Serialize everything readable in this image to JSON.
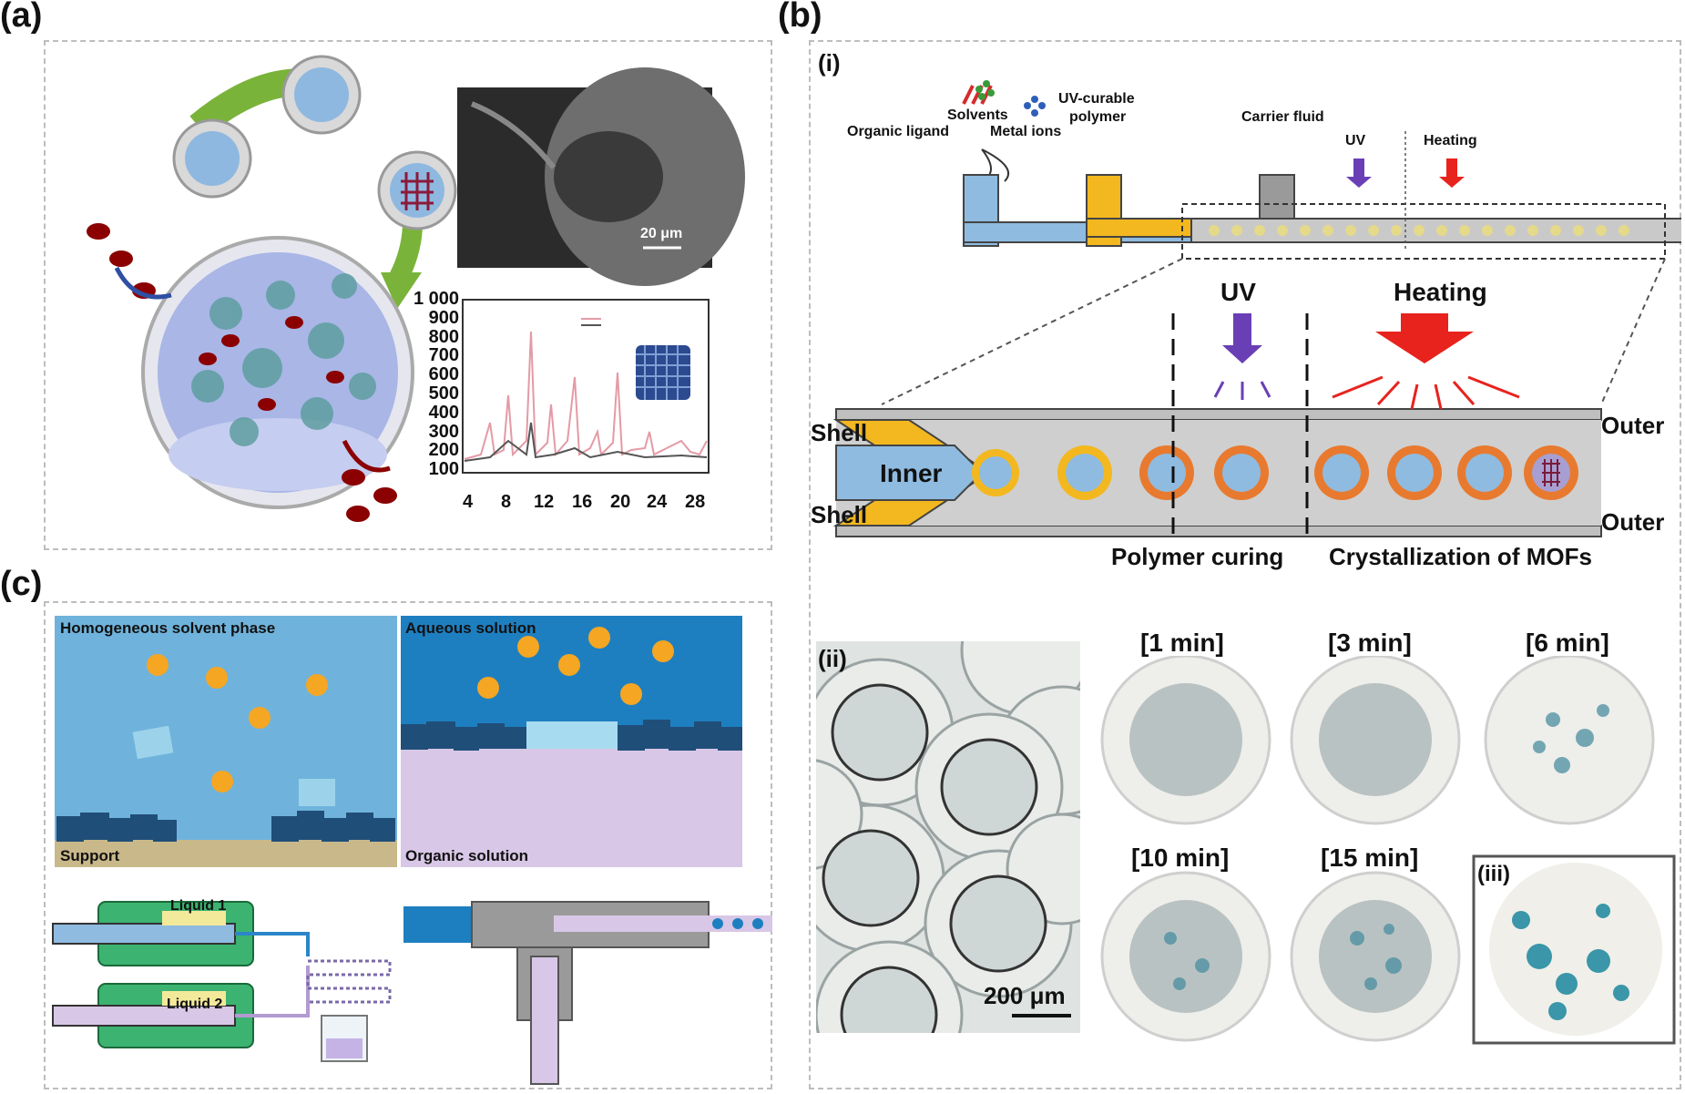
{
  "panels": {
    "a": {
      "label": "(a)"
    },
    "b": {
      "label": "(b)"
    },
    "c": {
      "label": "(c)"
    }
  },
  "panel_a": {
    "sem_scale": "20 μm",
    "xrd": {
      "y_ticks": [
        "1 000",
        "900",
        "800",
        "700",
        "600",
        "500",
        "400",
        "300",
        "200",
        "100"
      ],
      "x_ticks": [
        "4",
        "8",
        "12",
        "16",
        "20",
        "24",
        "28"
      ]
    }
  },
  "panel_b": {
    "sub_i": "(i)",
    "sub_ii": "(ii)",
    "sub_iii": "(iii)",
    "inputs": {
      "organic_ligand": "Organic ligand",
      "solvents": "Solvents",
      "metal_ions": "Metal ions",
      "uv_curable_line1": "UV-curable",
      "uv_curable_line2": "polymer",
      "carrier_fluid": "Carrier fluid",
      "uv_small": "UV",
      "heating_small": "Heating"
    },
    "channel": {
      "uv": "UV",
      "heating": "Heating",
      "shell_top": "Shell",
      "shell_bottom": "Shell",
      "inner": "Inner",
      "outer_top": "Outer",
      "outer_bottom": "Outer",
      "polymer_curing": "Polymer curing",
      "crystallization": "Crystallization of MOFs"
    },
    "scale_200": "200 μm",
    "times": [
      "[1 min]",
      "[3 min]",
      "[6 min]",
      "[10 min]",
      "[15 min]"
    ]
  },
  "panel_c": {
    "homogeneous": "Homogeneous solvent phase",
    "support": "Support",
    "aqueous": "Aqueous solution",
    "organic": "Organic solution",
    "liquid1": "Liquid 1",
    "liquid2": "Liquid 2"
  },
  "colors": {
    "blue_panel": "#6fb3dc",
    "dark_blue": "#1f4e79",
    "orange": "#f5a623",
    "green_pump": "#3cb371",
    "lavender": "#d8c7e6",
    "sand": "#c9b88a",
    "red_heat": "#e8231d",
    "purple_uv": "#6a3fb5",
    "light_blue_inner": "#8fbbe0",
    "shell_yellow": "#f3b81f"
  }
}
